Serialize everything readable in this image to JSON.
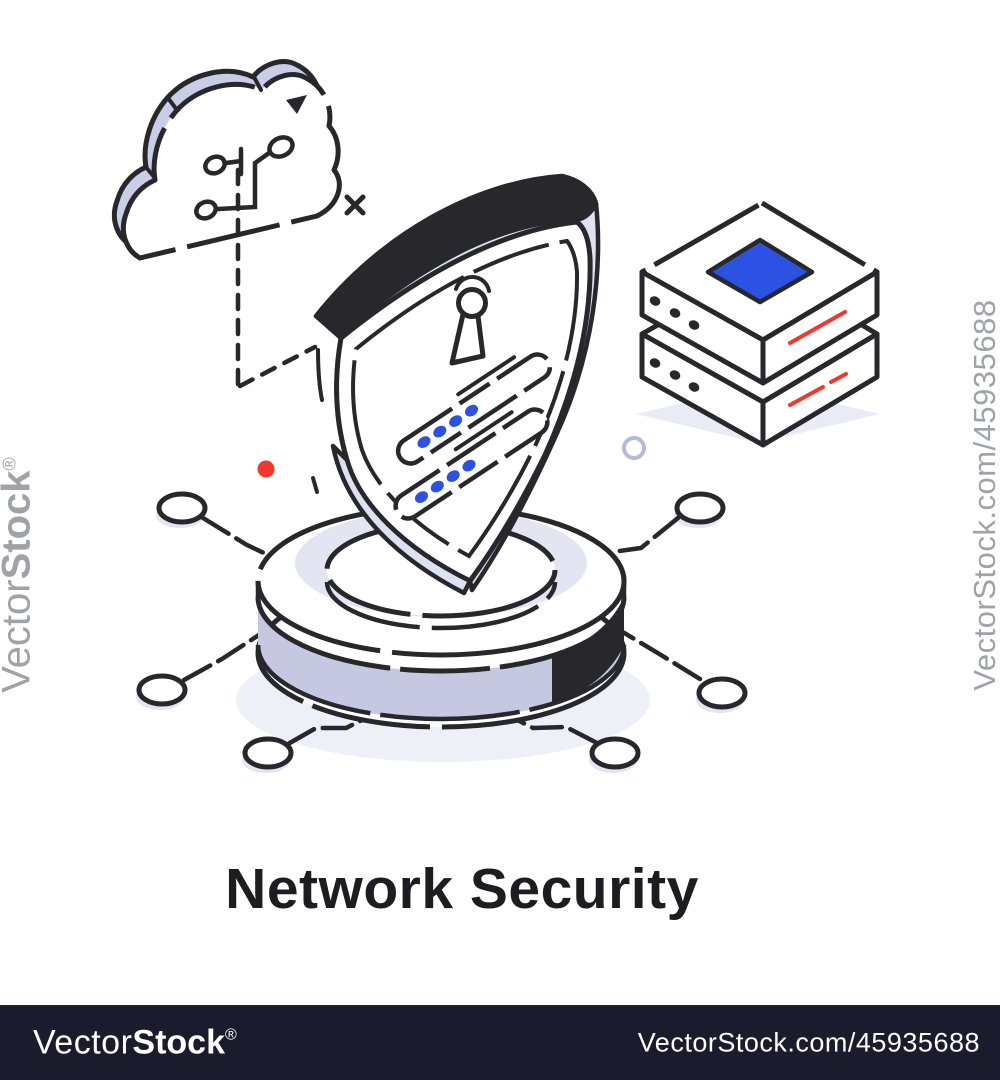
{
  "title": {
    "text": "Network Security"
  },
  "watermarks": {
    "left": {
      "part1": "Vector",
      "part2": "Stock",
      "registered": "®"
    },
    "right_text": "VectorStock.com/45935688",
    "color": "#a0a1a9"
  },
  "footer": {
    "background": "#1b1b2e",
    "logo": {
      "part1": "Vector",
      "part2": "Stock",
      "registered": "®"
    },
    "url": "VectorStock.com/45935688"
  },
  "illustration": {
    "icons": [
      "cloud-icon",
      "shield-keyhole-icon",
      "password-field",
      "server-stack-icon",
      "platform-base",
      "network-node",
      "x-mark",
      "red-dot",
      "ring-dot"
    ],
    "password_fields": 2,
    "password_dots_per_field": 4,
    "network_node_count": 6,
    "server_count": 2,
    "colors": {
      "outline": "#27272c",
      "cloud_band_lavender": "#c9cde6",
      "shield_edge_lavender": "#dde1f0",
      "platform_side_lavender": "#c5c8e0",
      "platform_top_tint": "#e3e6f2",
      "soft_shadow": "#edeff7",
      "accent_blue": "#2b52e2",
      "accent_red": "#f2382c",
      "ring_dot_gray": "#b4bbd8",
      "white": "#ffffff"
    }
  }
}
